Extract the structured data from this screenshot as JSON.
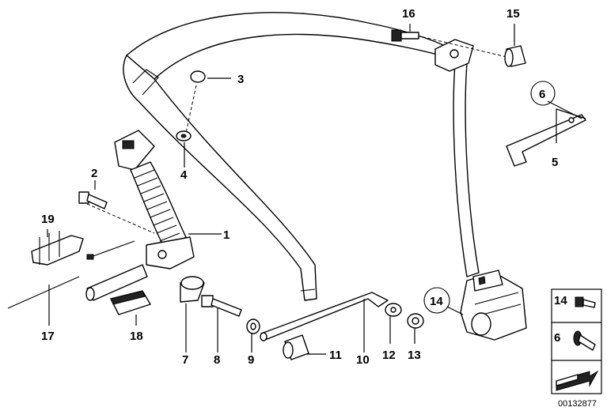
{
  "callouts": {
    "c1": "1",
    "c2": "2",
    "c3": "3",
    "c4": "4",
    "c5": "5",
    "c6": "6",
    "c7": "7",
    "c8": "8",
    "c9": "9",
    "c10": "10",
    "c11": "11",
    "c12": "12",
    "c13": "13",
    "c14": "14",
    "c15": "15",
    "c16": "16",
    "c17": "17",
    "c18": "18",
    "c19": "19"
  },
  "legend": {
    "item1": "14",
    "item2": "6"
  },
  "drawing_number": "00132877"
}
